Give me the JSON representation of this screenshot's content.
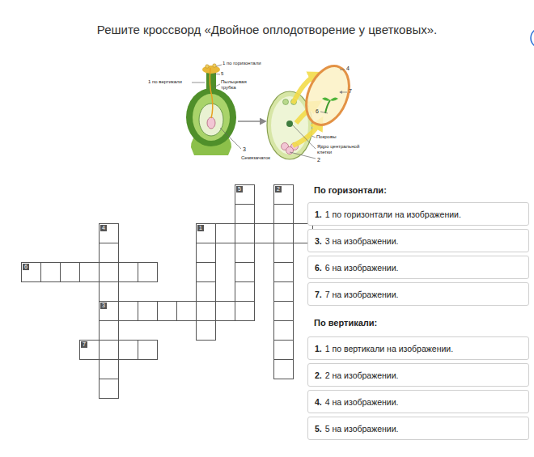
{
  "diagram": {
    "title": "Решите кроссворд «Двойное оплодотворение у цветковых».",
    "nodes": [
      {
        "text": [
          "1.",
          "1 по горизонтали на изображении."
        ]
      },
      {
        "text": [
          "3.",
          "3 на изображении."
        ]
      },
      {
        "text": [
          "6.",
          "6 на изображении."
        ]
      },
      {
        "text": [
          "7.",
          "7 на изображении."
        ]
      },
      {
        "text": [
          "1.",
          "1 по вертикали на изображении."
        ]
      },
      {
        "text": [
          "2.",
          "2 на изображении."
        ]
      },
      {
        "text": [
          "4.",
          "4 на изображении."
        ]
      },
      {
        "text": [
          "5.",
          "5 на изображении."
        ]
      }
    ],
    "edges": [],
    "labels": [
      "1 по горизонтали",
      "5",
      "1 по вертикали",
      "Пыльцевая трубка",
      "4",
      "7",
      "6",
      "Покровы",
      "Ядро центральной клетки",
      "2",
      "3",
      "Семязачаток",
      "По горизонтали:",
      "По вертикали:",
      "5",
      "2",
      "4",
      "1",
      "6",
      "3",
      "7"
    ]
  }
}
